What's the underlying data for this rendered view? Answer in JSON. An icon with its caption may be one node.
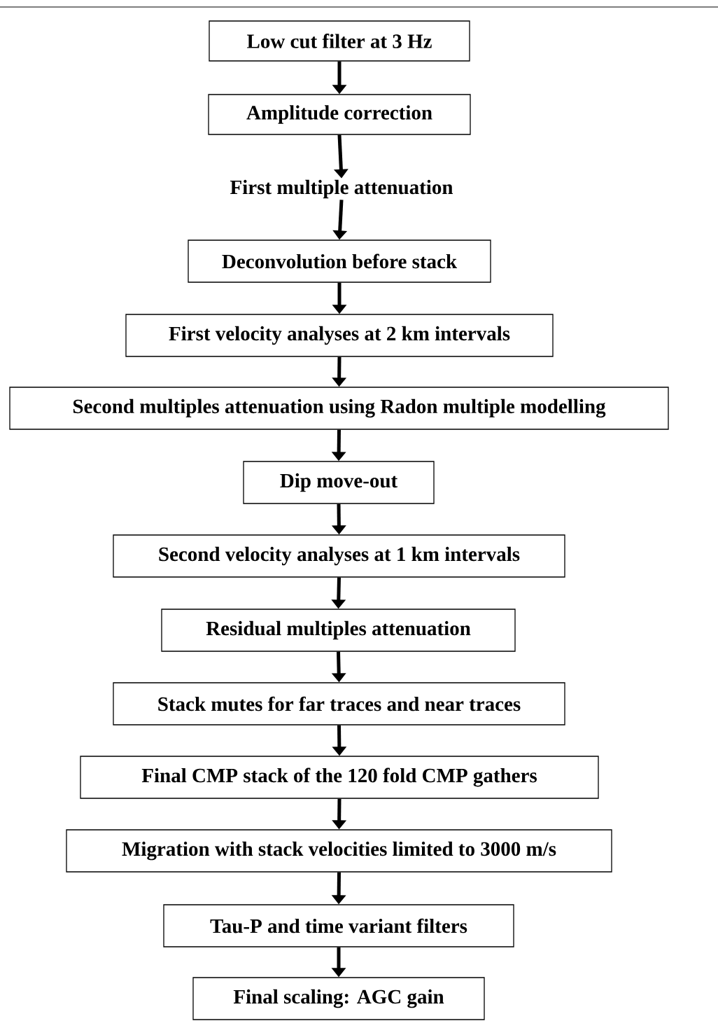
{
  "diagram": {
    "nodes": [
      {
        "text": [
          "Low cut filter at 3 Hz"
        ]
      },
      {
        "text": [
          "Amplitude correction"
        ]
      },
      {
        "text": [
          "First multiple attenuation"
        ]
      },
      {
        "text": [
          "Deconvolution before stack"
        ]
      },
      {
        "text": [
          "First velocity analyses at 2 km intervals"
        ]
      },
      {
        "text": [
          "Second multiples attenuation using Radon multiple modelling"
        ]
      },
      {
        "text": [
          "Dip move-out"
        ]
      },
      {
        "text": [
          "Second velocity analyses at 1 km intervals"
        ]
      },
      {
        "text": [
          "Residual multiples attenuation"
        ]
      },
      {
        "text": [
          "Stack mutes for far traces and near traces"
        ]
      },
      {
        "text": [
          "Final CMP stack of the 120 fold CMP gathers"
        ]
      },
      {
        "text": [
          "Migration with stack velocities limited to 3000 m/s"
        ]
      },
      {
        "text": [
          "Tau-P and time variant filters"
        ]
      },
      {
        "text": [
          "Final scaling: AGC gain"
        ]
      }
    ],
    "edges": [
      {
        "from": 0,
        "to": 1,
        "arrow": "to"
      },
      {
        "from": 1,
        "to": 2,
        "arrow": "to"
      },
      {
        "from": 2,
        "to": 3,
        "arrow": "to"
      },
      {
        "from": 3,
        "to": 4,
        "arrow": "to"
      },
      {
        "from": 4,
        "to": 5,
        "arrow": "to"
      },
      {
        "from": 5,
        "to": 6,
        "arrow": "to"
      },
      {
        "from": 6,
        "to": 7,
        "arrow": "to"
      },
      {
        "from": 7,
        "to": 8,
        "arrow": "to"
      },
      {
        "from": 8,
        "to": 9,
        "arrow": "to"
      },
      {
        "from": 9,
        "to": 10,
        "arrow": "to"
      },
      {
        "from": 10,
        "to": 11,
        "arrow": "to"
      },
      {
        "from": 11,
        "to": 12,
        "arrow": "to"
      },
      {
        "from": 12,
        "to": 13,
        "arrow": "to"
      }
    ]
  }
}
